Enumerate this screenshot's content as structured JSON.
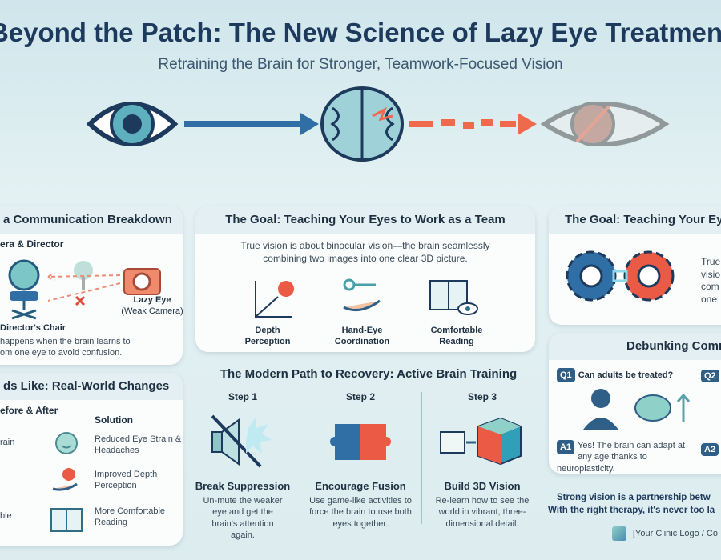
{
  "header": {
    "title": "Beyond the Patch: The New Science of Lazy Eye Treatment",
    "subtitle": "Retraining the Brain for Stronger, Teamwork-Focused Vision"
  },
  "breakdown": {
    "title": "a Communication Breakdown",
    "subtitle": "era & Director",
    "chair_label": "Director's Chair",
    "camera_label": "Lazy Eye",
    "camera_sub": "(Weak Camera)",
    "desc_line1": "happens when the brain learns to",
    "desc_line2": "om one eye to avoid confusion."
  },
  "changes": {
    "title": "ds Like: Real-World Changes",
    "subtitle": "efore & After",
    "solution_header": "Solution",
    "before_items": [
      "rain",
      "ble"
    ],
    "after_items": [
      "Reduced Eye Strain & Headaches",
      "Improved Depth Perception",
      "More Comfortable Reading"
    ]
  },
  "goal": {
    "title": "The Goal: Teaching Your Eyes to Work as a Team",
    "desc": "True vision is about binocular vision—the brain seamlessly combining two images into one clear 3D picture.",
    "benefits": [
      "Depth Perception",
      "Hand-Eye Coordination",
      "Comfortable Reading"
    ]
  },
  "path": {
    "title": "The Modern Path to Recovery: Active Brain Training",
    "steps": [
      {
        "step": "Step 1",
        "name": "Break Suppression",
        "desc": "Un-mute the weaker eye and get the brain's attention again."
      },
      {
        "step": "Step 2",
        "name": "Encourage Fusion",
        "desc": "Use game-like activities to force the brain to use both eyes together."
      },
      {
        "step": "Step 3",
        "name": "Build 3D Vision",
        "desc": "Re-learn how to see the world in vibrant, three-dimensional detail."
      }
    ]
  },
  "goal2": {
    "title": "The Goal: Teaching Your Ey",
    "desc_lines": [
      "True",
      "visio",
      "com",
      "one"
    ]
  },
  "myths": {
    "title": "Debunking Comm",
    "q1_badge": "Q1",
    "q1": "Can adults be treated?",
    "q2_badge": "Q2",
    "a1_badge": "A1",
    "a1": "Yes! The brain can adapt at any age thanks to neuroplasticity.",
    "a2_badge": "A2"
  },
  "footer": {
    "line1": "Strong vision is a partnership betw",
    "line2": "With the right therapy, it's never too la",
    "logo_text": "[Your Clinic Logo / Co"
  },
  "colors": {
    "navy": "#1d3a5c",
    "blue": "#2f6fa5",
    "orange": "#ef6a4c",
    "teal": "#6cc3c9"
  }
}
